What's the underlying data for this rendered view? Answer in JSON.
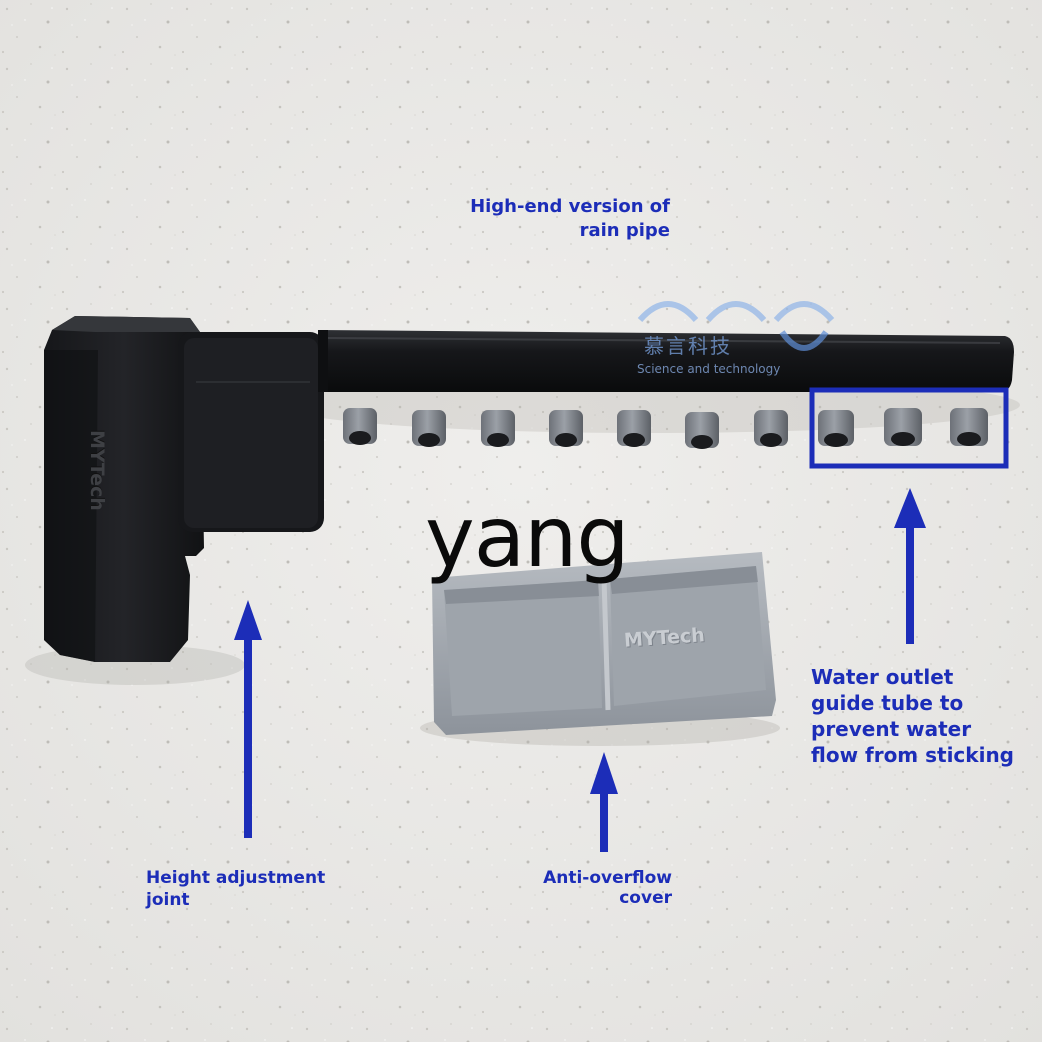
{
  "labels": {
    "pipe": [
      "High-end version of",
      "rain pipe"
    ],
    "outlet": [
      "Water outlet",
      "guide tube to",
      "prevent water",
      "flow from sticking"
    ],
    "height": [
      "Height adjustment",
      "joint"
    ],
    "cover": [
      "Anti-overflow",
      "cover"
    ]
  },
  "watermark": {
    "text": "yang",
    "logo_cn": "慕言科技",
    "logo_en": "Science and technology"
  },
  "embossed": {
    "cover": "MYTech",
    "bracket": "MYTech"
  },
  "colors": {
    "label": "#1c2db8",
    "highlight_box": "#1c2db8",
    "pipe": "#141517",
    "cover": "#9aa0a8",
    "background": "#ecebe8"
  }
}
